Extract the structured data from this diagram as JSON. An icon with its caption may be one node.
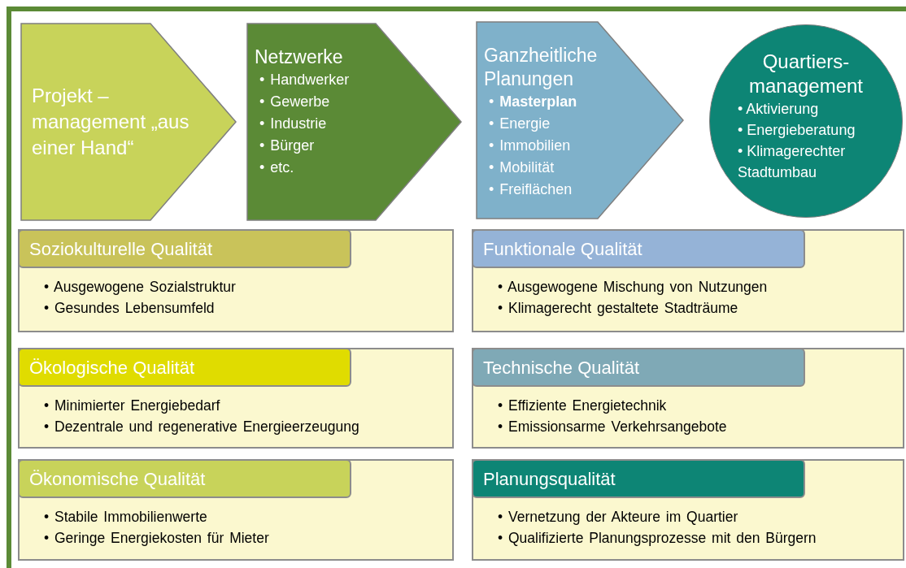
{
  "diagram": {
    "nodes": [
      {
        "text": [
          "Projekt – management „aus einer Hand“"
        ]
      },
      {
        "text": [
          "Netzwerke",
          "• Handwerker",
          "• Gewerbe",
          "• Industrie",
          "• Bürger",
          "• etc."
        ]
      },
      {
        "text": [
          "Ganzheitliche Planungen",
          "• **Masterplan**",
          "• Energie",
          "• Immobilien",
          "• Mobilität",
          "• Freiflächen"
        ]
      },
      {
        "text": [
          "Quartiers- management",
          "• Aktivierung",
          "• Energieberatung",
          "• Klimagerechter Stadtumbau"
        ]
      },
      {
        "text": [
          "Soziokulturelle Qualität",
          "• Ausgewogene Sozialstruktur",
          "• Gesundes Lebensumfeld"
        ]
      },
      {
        "text": [
          "Funktionale Qualität",
          "• Ausgewogene Mischung von Nutzungen",
          "• Klimagerecht gestaltete Stadträume"
        ]
      },
      {
        "text": [
          "Ökologische Qualität",
          "• Minimierter Energiebedarf",
          "• Dezentrale und regenerative Energieerzeugung"
        ]
      },
      {
        "text": [
          "Technische Qualität",
          "• Effiziente Energietechnik",
          "• Emissionsarme Verkehrsangebote"
        ]
      },
      {
        "text": [
          "Ökonomische Qualität",
          "• Stabile Immobilienwerte",
          "• Geringe Energiekosten für Mieter"
        ]
      },
      {
        "text": [
          "Planungsqualität",
          "• Vernetzung der Akteure im Quartier",
          "• Qualifizierte Planungsprozesse mit den Bürgern"
        ]
      }
    ]
  }
}
